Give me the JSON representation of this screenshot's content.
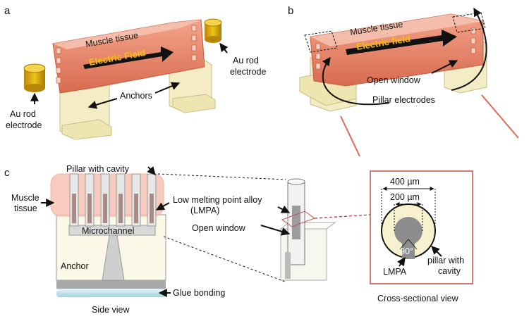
{
  "panels": {
    "a": "a",
    "b": "b",
    "c": "c"
  },
  "panel_a": {
    "muscle_tissue": "Muscle tissue",
    "electric_field": "Electric Field",
    "au_rod_right_line1": "Au rod",
    "au_rod_right_line2": "electrode",
    "au_rod_left_line1": "Au rod",
    "au_rod_left_line2": "electrode",
    "anchors": "Anchors"
  },
  "panel_b": {
    "muscle_tissue": "Muscle tissue",
    "electric_field": "Electric field",
    "open_window": "Open window",
    "pillar_electrodes": "Pillar electrodes"
  },
  "panel_c": {
    "pillar_with_cavity": "Pillar with cavity",
    "muscle_tissue_line1": "Muscle",
    "muscle_tissue_line2": "tissue",
    "lmpa_line1": "Low melting point alloy",
    "lmpa_line2": "(LMPA)",
    "microchannel": "Microchannel",
    "open_window": "Open window",
    "anchor": "Anchor",
    "glue_bonding": "Glue bonding",
    "side_view": "Side view",
    "dim_400": "400 µm",
    "dim_200": "200 µm",
    "angle": "90°",
    "lmpa": "LMPA",
    "pillar_cavity_line1": "pillar with",
    "pillar_cavity_line2": "cavity",
    "cross_section": "Cross-sectional view"
  },
  "colors": {
    "tissue": "#e8876a",
    "tissue_light": "#f6c7b6",
    "anchor_cream": "#f3ecc4",
    "gold": "#d8a514",
    "field_yellow": "#f2c200",
    "box_red": "#c0504d",
    "glue": "#bfe3ea"
  }
}
